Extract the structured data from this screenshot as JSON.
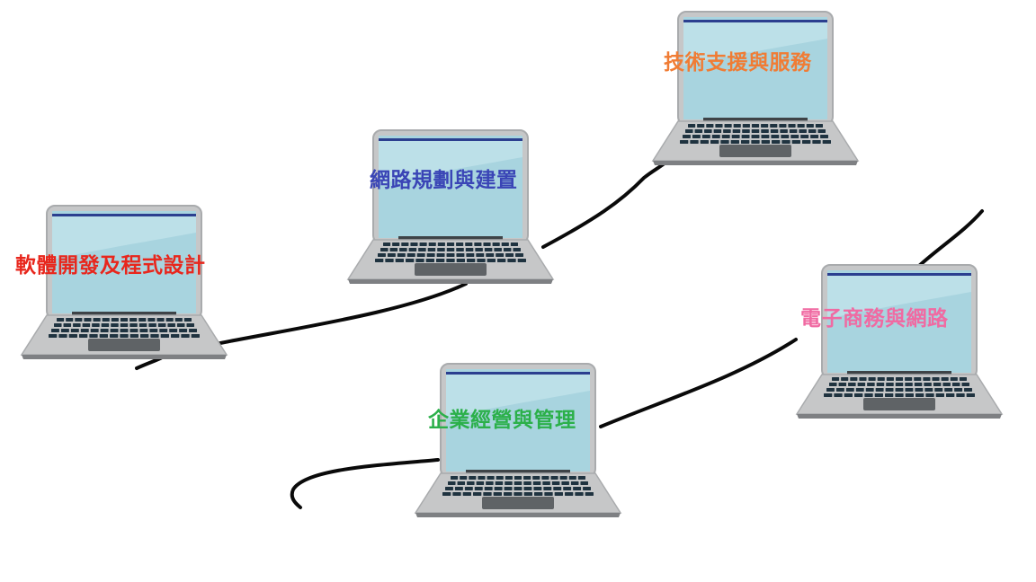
{
  "colors": {
    "cable": "#0a0a0a",
    "laptop_body": "#c6c7c8",
    "laptop_body_shadow": "#7e8083",
    "screen": "#a8d4df",
    "screen_highlight": "#bfe2ea",
    "screen_topbar": "#2b3f8f",
    "keys": "#1f3340",
    "touchpad": "#5f6366"
  },
  "laptops": [
    {
      "id": "software",
      "label": "軟體開發及程式設計",
      "label_color": "#e8261c"
    },
    {
      "id": "network",
      "label": "網路規劃與建置",
      "label_color": "#3a45b6"
    },
    {
      "id": "support",
      "label": "技術支援與服務",
      "label_color": "#f07c34"
    },
    {
      "id": "business",
      "label": "企業經營與管理",
      "label_color": "#2bb04a"
    },
    {
      "id": "ecommerce",
      "label": "電子商務與網路",
      "label_color": "#f06aa2"
    }
  ]
}
